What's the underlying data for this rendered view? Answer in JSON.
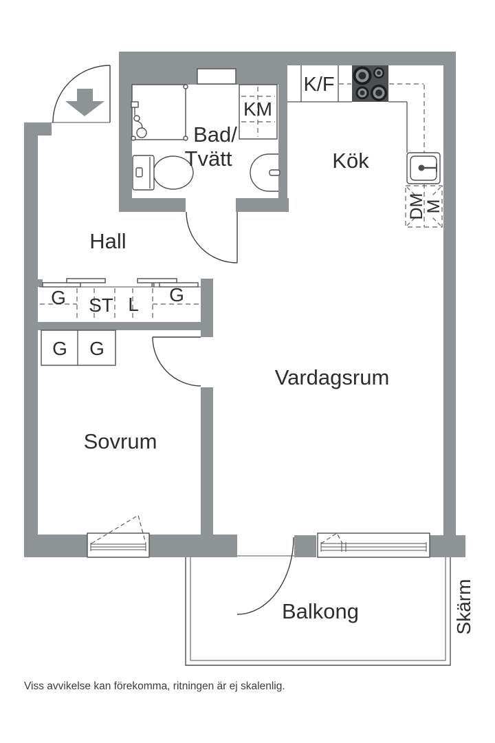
{
  "colors": {
    "wall": "#8e9396",
    "line": "#4f4f4f",
    "door": "#3f3f3f",
    "text": "#2d2d2d",
    "stove-plate": "#4b4f51",
    "burner-dark": "#1b1e20",
    "burner-ring": "#8b9093",
    "burner-center": "#2b2e30"
  },
  "rooms": {
    "hall": "Hall",
    "bathroom_line1": "Bad/",
    "bathroom_line2": "Tvätt",
    "kitchen": "Kök",
    "living_room": "Vardagsrum",
    "bedroom": "Sovrum",
    "balcony": "Balkong",
    "screen": "Skärm"
  },
  "appliances": {
    "washing_machine": "KM",
    "fridge_freezer": "K/F",
    "dishwasher": "DM",
    "microwave": "M"
  },
  "closets": {
    "hall_row": [
      "G",
      "ST",
      "L",
      "G"
    ],
    "bedroom_row": [
      "G",
      "G"
    ]
  },
  "footer": {
    "disclaimer": "Viss avvikelse kan förekomma, ritningen är ej skalenlig."
  }
}
